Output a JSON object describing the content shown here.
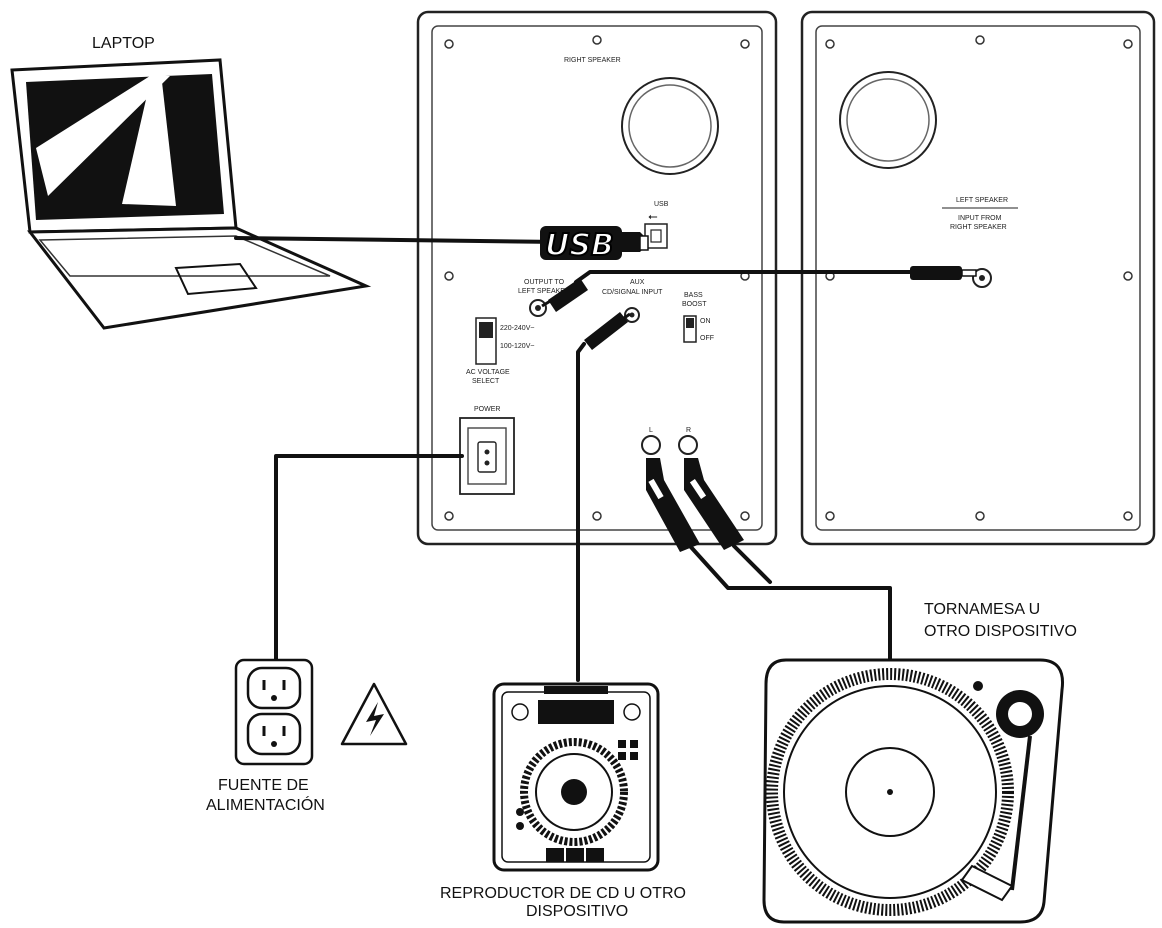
{
  "labels": {
    "laptop": "LAPTOP",
    "power_line1": "FUENTE DE",
    "power_line2": "ALIMENTACIÓN",
    "cd_line1": "REPRODUCTOR DE CD U OTRO",
    "cd_line2": "DISPOSITIVO",
    "turntable_line1": "TORNAMESA U",
    "turntable_line2": "OTRO DISPOSITIVO"
  },
  "right_speaker": {
    "title": "RIGHT SPEAKER",
    "usb_port": "USB",
    "usb_badge": "USB",
    "output_line1": "OUTPUT TO",
    "output_line2": "LEFT SPEAKER",
    "aux_line1": "AUX",
    "aux_line2": "CD/SIGNAL INPUT",
    "bass_line1": "BASS",
    "bass_line2": "BOOST",
    "bass_on": "ON",
    "bass_off": "OFF",
    "voltage_opt1": "220-240V~",
    "voltage_opt2": "100-120V~",
    "voltage_line1": "AC VOLTAGE",
    "voltage_line2": "SELECT",
    "power": "POWER",
    "rca_left": "L",
    "rca_right": "R"
  },
  "left_speaker": {
    "title": "LEFT SPEAKER",
    "input_line1": "INPUT FROM",
    "input_line2": "RIGHT SPEAKER"
  }
}
